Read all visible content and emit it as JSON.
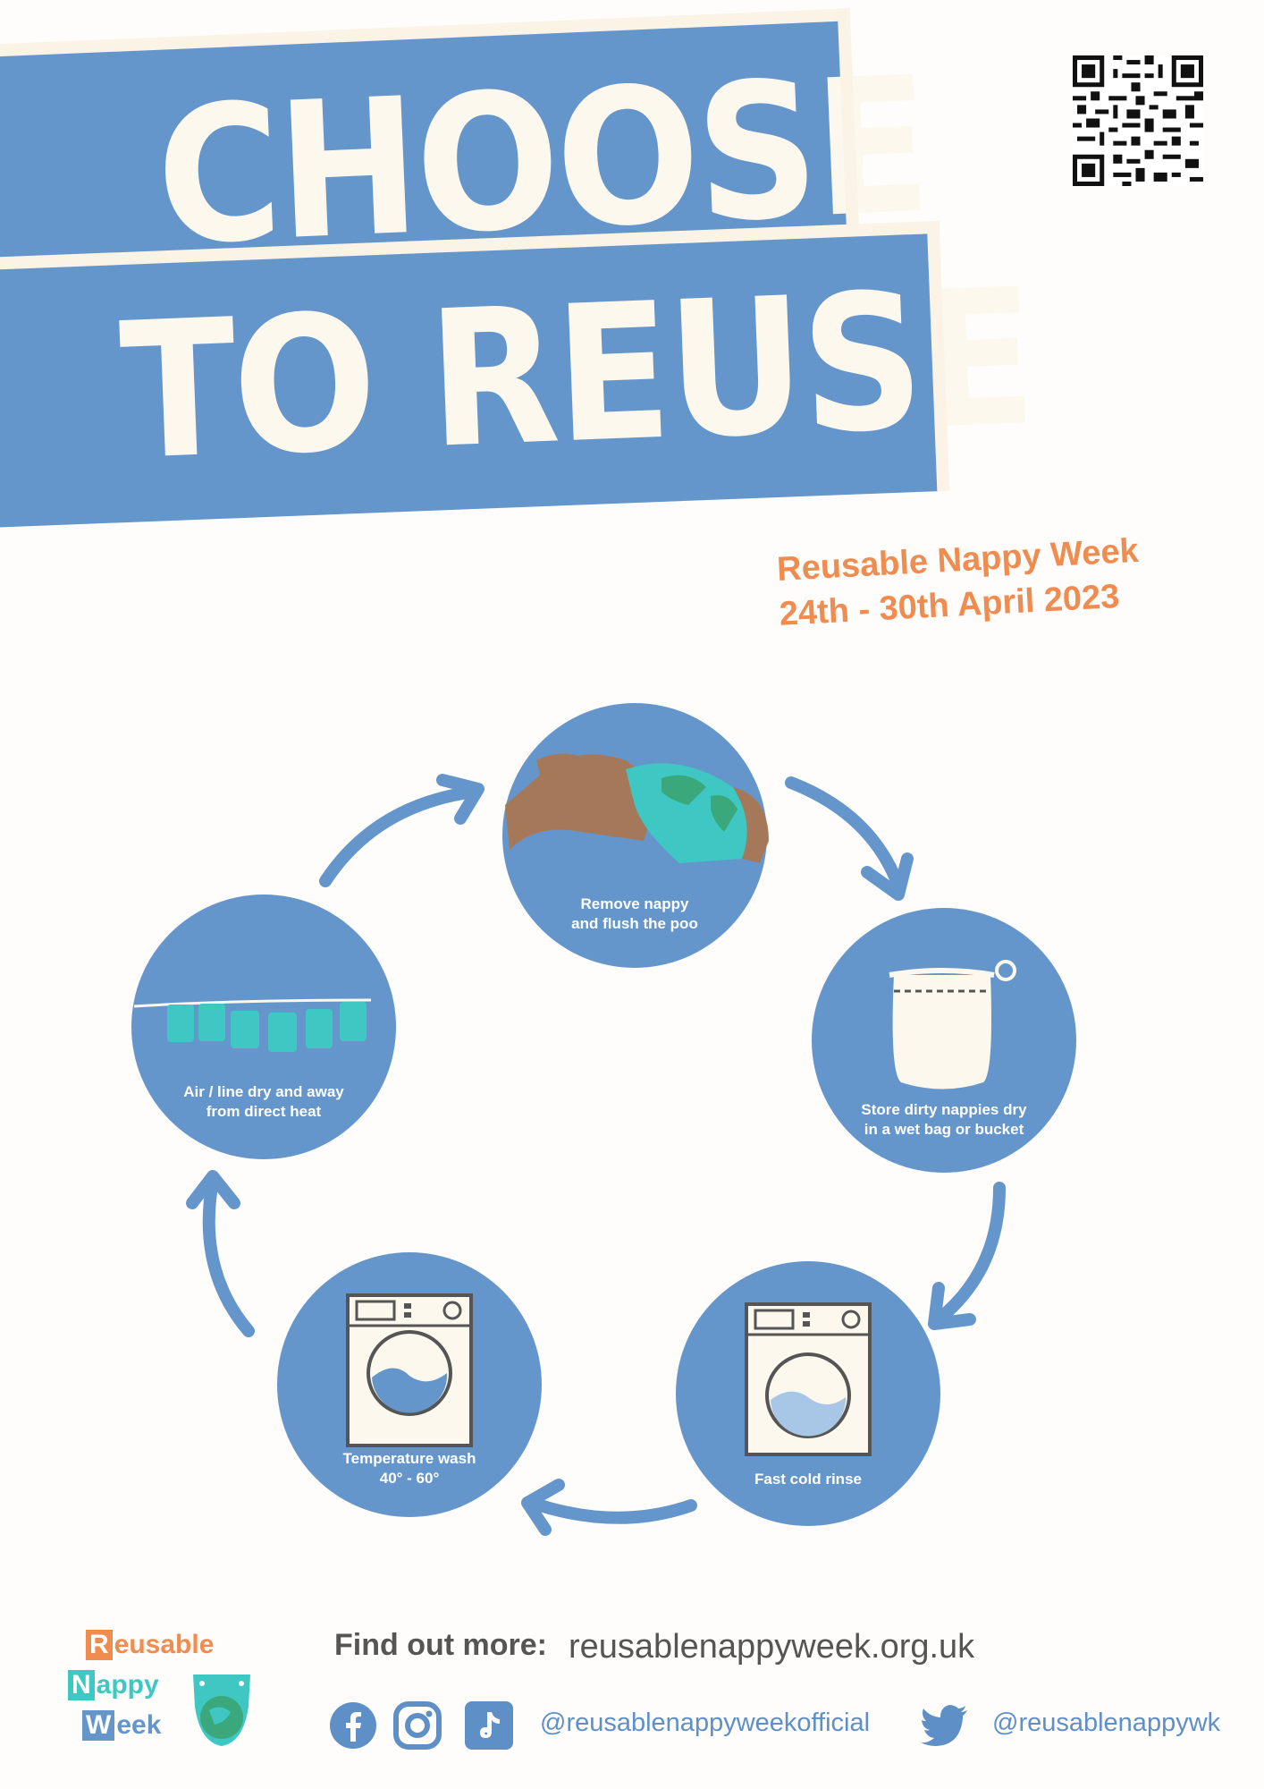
{
  "headline": {
    "line1": "CHOOSE",
    "line2": "TO REUSE"
  },
  "qr_code": {
    "icon": "qr-code-icon"
  },
  "event": {
    "name": "Reusable Nappy Week",
    "dates": "24th - 30th April 2023"
  },
  "cycle_steps": [
    {
      "line1": "Remove nappy",
      "line2": "and flush the poo",
      "icon": "baby-nappy-icon"
    },
    {
      "line1": "Store dirty nappies dry",
      "line2": "in a wet bag or bucket",
      "icon": "wet-bag-icon"
    },
    {
      "line1": "Fast cold rinse",
      "line2": "",
      "icon": "washing-machine-icon"
    },
    {
      "line1": "Temperature wash",
      "line2": "40° - 60°",
      "icon": "washing-machine-icon"
    },
    {
      "line1": "Air / line dry and away",
      "line2": "from direct heat",
      "icon": "washing-line-icon"
    }
  ],
  "footer": {
    "find_label": "Find out more:",
    "find_url": "reusablenappyweek.org.uk",
    "social_main": "@reusablenappyweekofficial",
    "social_twitter": "@reusablenappywk"
  },
  "logo": {
    "word1": "Reusable",
    "word2": "Nappy",
    "word3": "Week",
    "letter1": "R",
    "rest1": "eusable",
    "letter2": "N",
    "rest2": "appy",
    "letter3": "W",
    "rest3": "eek"
  },
  "colors": {
    "blue": "#6596cb",
    "orange": "#f08c4f",
    "cream": "#fdf8ee",
    "teal": "#3fc7c4"
  }
}
